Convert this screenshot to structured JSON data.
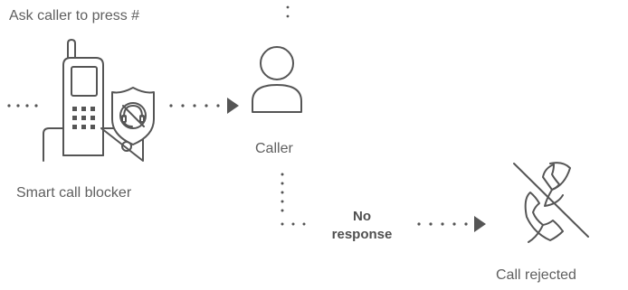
{
  "labels": {
    "ask_caller": "Ask caller to press #",
    "smart_call_blocker": "Smart call blocker",
    "caller": "Caller",
    "no_response_line1": "No",
    "no_response_line2": "response",
    "call_rejected": "Call rejected"
  },
  "colors": {
    "stroke": "#555555",
    "text": "#5f5f5f",
    "background": "#ffffff"
  },
  "icons": [
    "cordless-phone-icon",
    "shield-no-call-icon",
    "person-icon",
    "call-rejected-icon"
  ]
}
